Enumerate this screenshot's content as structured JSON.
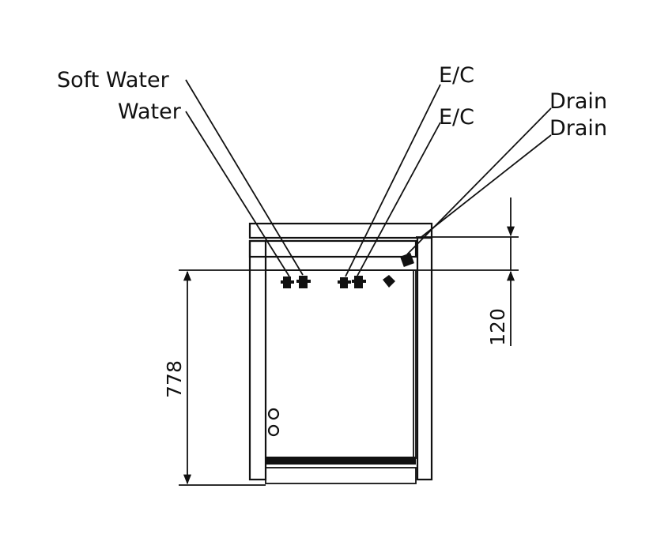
{
  "labels": {
    "soft_water": "Soft Water",
    "water": "Water",
    "ec_1": "E/C",
    "ec_2": "E/C",
    "drain_1": "Drain",
    "drain_2": "Drain"
  },
  "dimensions": {
    "height": "778",
    "offset": "120"
  },
  "colors": {
    "line": "#111111",
    "background": "#ffffff"
  }
}
